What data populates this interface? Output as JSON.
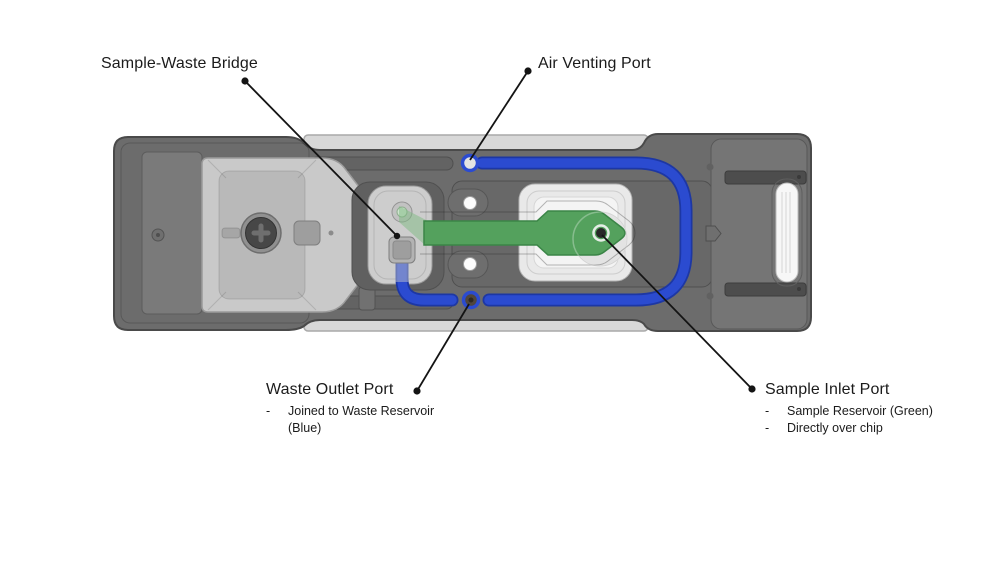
{
  "page": {
    "background": "#ffffff"
  },
  "colors": {
    "body_gray": "#6c6c6c",
    "body_edge": "#4a4a4a",
    "tray_light": "#d8d8d8",
    "waste_blue": "#2b4bd0",
    "waste_blue_dark": "#1d37a4",
    "sample_green": "#54a15d",
    "sample_green_dark": "#3b8547",
    "leader_line": "#141414",
    "label_text": "#1b1b1b"
  },
  "annotations": {
    "bullet_marker": "-",
    "sample_waste_bridge": {
      "title": "Sample-Waste Bridge"
    },
    "air_venting_port": {
      "title": "Air Venting Port"
    },
    "waste_outlet_port": {
      "title": "Waste Outlet Port",
      "bullets": [
        "Joined to Waste Reservoir (Blue)"
      ]
    },
    "sample_inlet_port": {
      "title": "Sample Inlet Port",
      "bullets": [
        "Sample Reservoir (Green)",
        "Directly over chip"
      ]
    }
  }
}
